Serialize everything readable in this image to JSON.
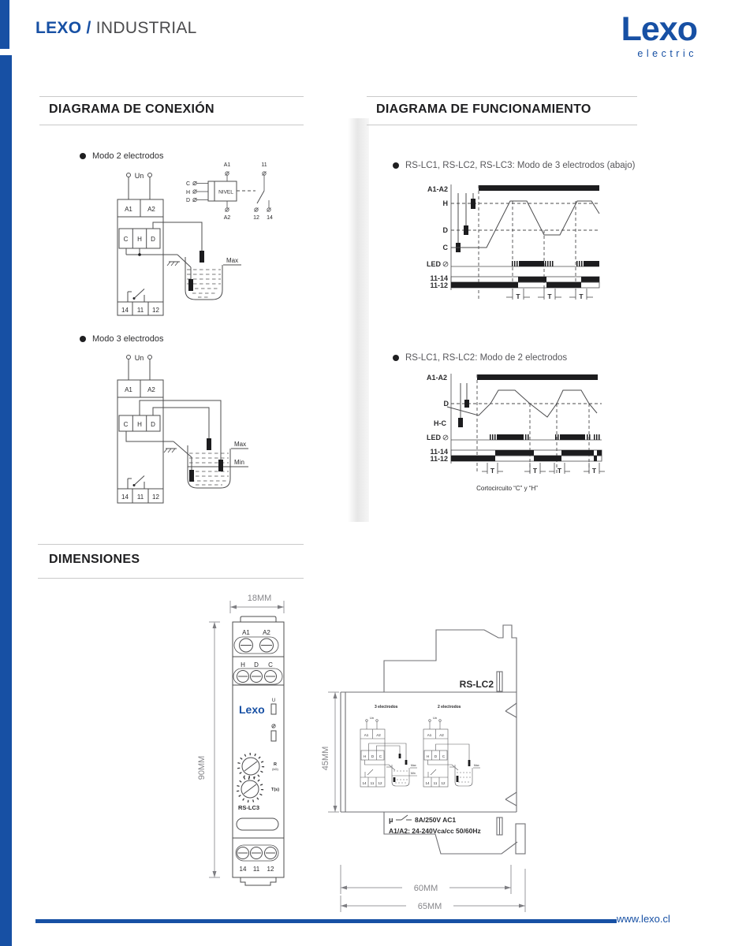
{
  "header": {
    "brand_bold": "LEXO /",
    "brand_rest": "INDUSTRIAL",
    "logo": "Lexo",
    "logo_sub": "electric"
  },
  "sections": {
    "conexion": "DIAGRAMA DE CONEXIÓN",
    "funcionamiento": "DIAGRAMA DE FUNCIONAMIENTO",
    "dimensiones": "DIMENSIONES"
  },
  "bullets": {
    "modo2": "Modo 2 electrodos",
    "modo3": "Modo 3 electrodos",
    "func1": "RS-LC1, RS-LC2, RS-LC3: Modo de 3 electrodos (abajo)",
    "func2": "RS-LC1, RS-LC2: Modo de 2 electrodos"
  },
  "labels": {
    "a1": "A1",
    "a2": "A2",
    "c": "C",
    "h": "H",
    "d": "D",
    "n14": "14",
    "n11": "11",
    "n12": "12",
    "un": "Un",
    "max": "Max",
    "min": "Min",
    "nivel": "NIVEL",
    "k11": "11",
    "k12": "12",
    "k14": "14"
  },
  "timing": {
    "a1a2": "A1-A2",
    "h": "H",
    "d": "D",
    "c": "C",
    "hc": "H-C",
    "led": "LED",
    "r1114": "11-14",
    "r1112": "11-12",
    "t": "T",
    "caption2": "Cortocircuito “C” y “H”"
  },
  "dims": {
    "w18": "18MM",
    "h90": "90MM",
    "h45": "45MM",
    "w60": "60MM",
    "w65": "65MM"
  },
  "device": {
    "logo": "Lexo",
    "u": "U",
    "r": "R",
    "rk": "(kΩ)",
    "ts": "T(s)",
    "model_front": "RS-LC3",
    "model_side": "RS-LC2",
    "mini3": "3 electrodos",
    "mini2": "2 electrodos",
    "mu": "μ",
    "spec1": "8A/250V AC1",
    "spec2": "A1/A2: 24-240Vca/cc 50/60Hz"
  },
  "footer": {
    "url": "www.lexo.cl"
  },
  "colors": {
    "brand_blue": "#1750a4",
    "ink": "#1e1e20",
    "line_gray": "#4c4c4e"
  }
}
